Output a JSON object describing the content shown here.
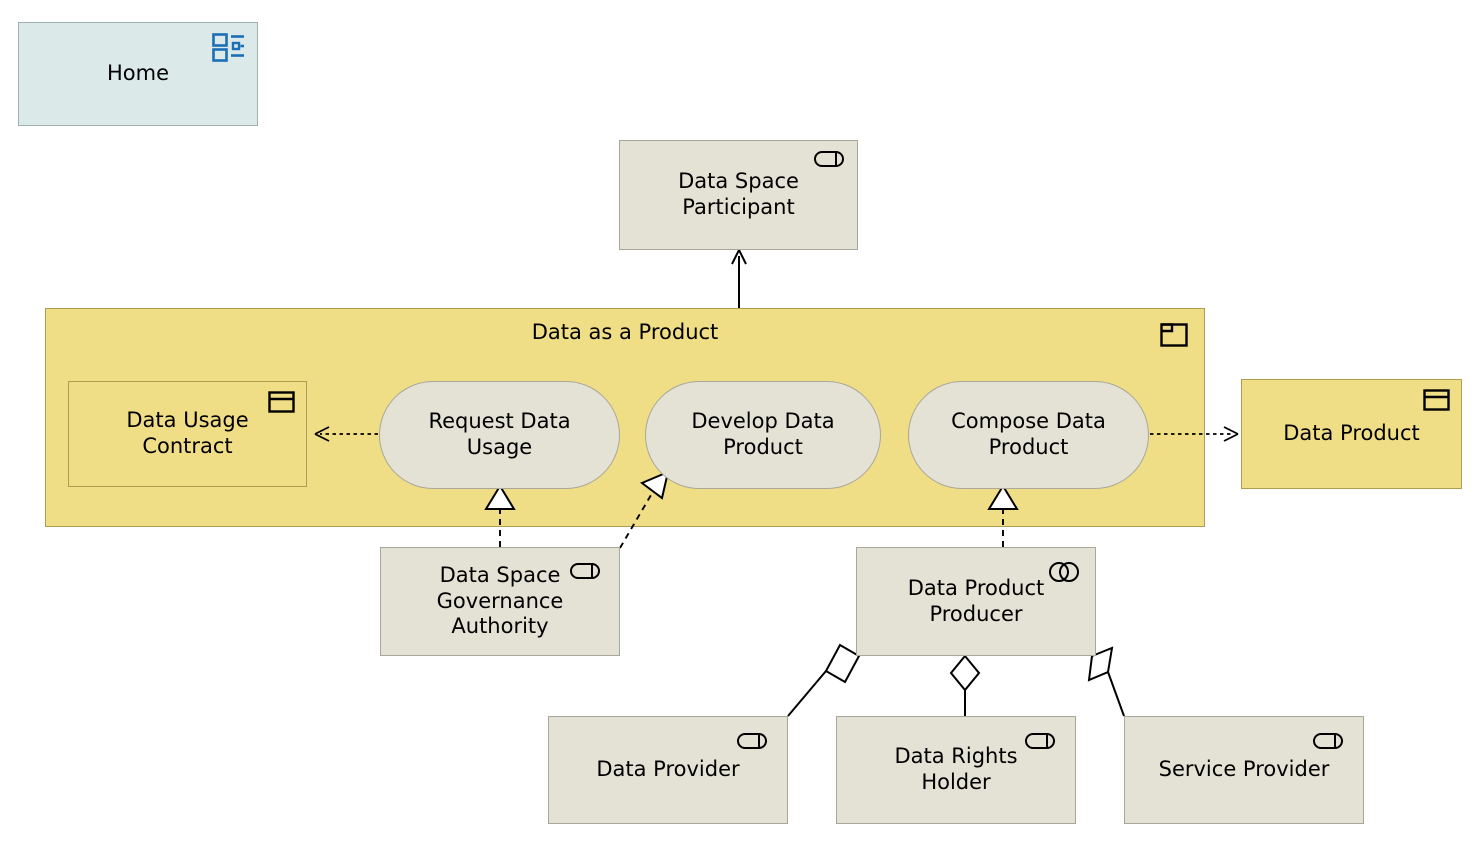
{
  "diagram": {
    "title": "Data as a Product",
    "notation": "ArchiMate",
    "background": "#FFFFFF",
    "colors": {
      "view_fill": "#DCE9E9",
      "view_stroke": "#9EB0B0",
      "business_fill": "#E4E2D5",
      "business_stroke": "#A9A799",
      "grouping_fill": "#F0DE86",
      "grouping_stroke": "#AD9E53",
      "icon_blue": "#1A6FB5",
      "line": "#000000"
    }
  },
  "nodes": {
    "home": {
      "label": "Home",
      "type": "view-reference",
      "icon": "view-icon"
    },
    "data_space_participant": {
      "label": "Data Space\nParticipant",
      "type": "business-role",
      "icon": "business-role-icon"
    },
    "group_data_as_a_product": {
      "label": "Data as a Product",
      "type": "grouping",
      "icon": "product-icon"
    },
    "data_usage_contract": {
      "label": "Data Usage\nContract",
      "type": "business-object",
      "icon": "business-object-icon"
    },
    "request_data_usage": {
      "label": "Request Data\nUsage",
      "type": "business-process",
      "icon": null
    },
    "develop_data_product": {
      "label": "Develop Data\nProduct",
      "type": "business-process",
      "icon": null
    },
    "compose_data_product": {
      "label": "Compose Data\nProduct",
      "type": "business-process",
      "icon": null
    },
    "data_product": {
      "label": "Data Product",
      "type": "business-object",
      "icon": "business-object-icon"
    },
    "data_space_governance_authority": {
      "label": "Data Space\nGovernance\nAuthority",
      "type": "business-role",
      "icon": "business-role-icon"
    },
    "data_product_producer": {
      "label": "Data Product\nProducer",
      "type": "business-collaboration",
      "icon": "business-collaboration-icon"
    },
    "data_provider": {
      "label": "Data Provider",
      "type": "business-role",
      "icon": "business-role-icon"
    },
    "data_rights_holder": {
      "label": "Data Rights Holder",
      "type": "business-role",
      "icon": "business-role-icon"
    },
    "service_provider": {
      "label": "Service Provider",
      "type": "business-role",
      "icon": "business-role-icon"
    }
  },
  "relationships": [
    {
      "name": "assignment-group-to-participant",
      "from": "group_data_as_a_product",
      "to": "data_space_participant",
      "style": "solid",
      "arrow": "open-arrow"
    },
    {
      "name": "access-request-to-contract",
      "from": "request_data_usage",
      "to": "data_usage_contract",
      "style": "dotted",
      "arrow": "open-arrow"
    },
    {
      "name": "access-compose-to-data-product",
      "from": "compose_data_product",
      "to": "data_product",
      "style": "dotted",
      "arrow": "open-arrow"
    },
    {
      "name": "realization-governance-to-request",
      "from": "data_space_governance_authority",
      "to": "request_data_usage",
      "style": "dashed",
      "arrow": "hollow-triangle"
    },
    {
      "name": "realization-governance-to-develop",
      "from": "data_space_governance_authority",
      "to": "develop_data_product",
      "style": "dashed",
      "arrow": "hollow-triangle"
    },
    {
      "name": "realization-producer-to-compose",
      "from": "data_product_producer",
      "to": "compose_data_product",
      "style": "dashed",
      "arrow": "hollow-triangle"
    },
    {
      "name": "aggregation-producer-data-provider",
      "from": "data_product_producer",
      "to": "data_provider",
      "style": "solid",
      "arrow": "hollow-diamond"
    },
    {
      "name": "aggregation-producer-data-rights-holder",
      "from": "data_product_producer",
      "to": "data_rights_holder",
      "style": "solid",
      "arrow": "hollow-diamond"
    },
    {
      "name": "aggregation-producer-service-provider",
      "from": "data_product_producer",
      "to": "service_provider",
      "style": "solid",
      "arrow": "hollow-diamond"
    }
  ]
}
